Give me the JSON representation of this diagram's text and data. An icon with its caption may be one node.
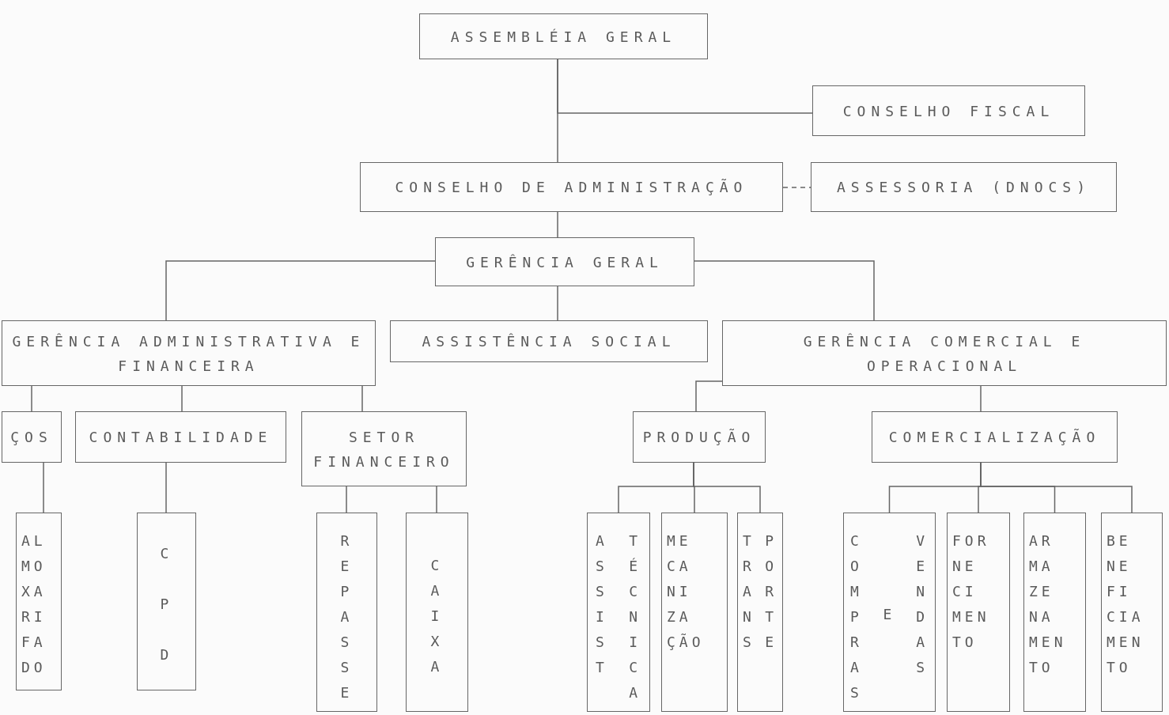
{
  "diagram": {
    "nodes": [
      {
        "text": [
          "ASSEMBLÉIA GERAL"
        ]
      },
      {
        "text": [
          "CONSELHO FISCAL"
        ]
      },
      {
        "text": [
          "CONSELHO DE ADMINISTRAÇÃO"
        ]
      },
      {
        "text": [
          "ASSESSORIA (DNOCS)"
        ]
      },
      {
        "text": [
          "GERÊNCIA GERAL"
        ]
      },
      {
        "text": [
          "GERÊNCIA ADMINISTRATIVA E FINANCEIRA"
        ]
      },
      {
        "text": [
          "ASSISTÊNCIA SOCIAL"
        ]
      },
      {
        "text": [
          "GERÊNCIA COMERCIAL E OPERACIONAL"
        ]
      },
      {
        "text": [
          "ÇOS"
        ]
      },
      {
        "text": [
          "CONTABILIDADE"
        ]
      },
      {
        "text": [
          "SETOR FINANCEIRO"
        ]
      },
      {
        "text": [
          "PRODUÇÃO"
        ]
      },
      {
        "text": [
          "COMERCIALIZAÇÃO"
        ]
      },
      {
        "text": [
          "AL MO XA RI FA DO"
        ]
      },
      {
        "text": [
          "C P D"
        ]
      },
      {
        "text": [
          "R E P A S S E"
        ]
      },
      {
        "text": [
          "C A I X A"
        ]
      },
      {
        "text": [
          "A S S I S T",
          "T É C N I C A"
        ]
      },
      {
        "text": [
          "ME CA NI ZA ÇÃO"
        ]
      },
      {
        "text": [
          "T R A N S",
          "P O R T E"
        ]
      },
      {
        "text": [
          "C O M P R A S",
          "E",
          "V E N D A S"
        ]
      },
      {
        "text": [
          "FOR NE CI MEN TO"
        ]
      },
      {
        "text": [
          "AR MA ZE NA MEN TO"
        ]
      },
      {
        "text": [
          "BE NE FI CIA MEN TO"
        ]
      }
    ],
    "edges": [
      {
        "from": 0,
        "to": 2,
        "arrow": "none"
      },
      {
        "from": 0,
        "to": 1,
        "arrow": "none"
      },
      {
        "from": 2,
        "to": 3,
        "arrow": "none",
        "style": "dashed"
      },
      {
        "from": 2,
        "to": 4,
        "arrow": "none"
      },
      {
        "from": 4,
        "to": 5,
        "arrow": "none"
      },
      {
        "from": 4,
        "to": 6,
        "arrow": "none"
      },
      {
        "from": 4,
        "to": 7,
        "arrow": "none"
      },
      {
        "from": 5,
        "to": 8,
        "arrow": "none"
      },
      {
        "from": 5,
        "to": 9,
        "arrow": "none"
      },
      {
        "from": 5,
        "to": 10,
        "arrow": "none"
      },
      {
        "from": 7,
        "to": 11,
        "arrow": "none"
      },
      {
        "from": 7,
        "to": 12,
        "arrow": "none"
      },
      {
        "from": 8,
        "to": 13,
        "arrow": "none"
      },
      {
        "from": 9,
        "to": 14,
        "arrow": "none"
      },
      {
        "from": 10,
        "to": 15,
        "arrow": "none"
      },
      {
        "from": 10,
        "to": 16,
        "arrow": "none"
      },
      {
        "from": 11,
        "to": 17,
        "arrow": "none"
      },
      {
        "from": 11,
        "to": 18,
        "arrow": "none"
      },
      {
        "from": 11,
        "to": 19,
        "arrow": "none"
      },
      {
        "from": 12,
        "to": 20,
        "arrow": "none"
      },
      {
        "from": 12,
        "to": 21,
        "arrow": "none"
      },
      {
        "from": 12,
        "to": 22,
        "arrow": "none"
      },
      {
        "from": 12,
        "to": 23,
        "arrow": "none"
      }
    ]
  }
}
